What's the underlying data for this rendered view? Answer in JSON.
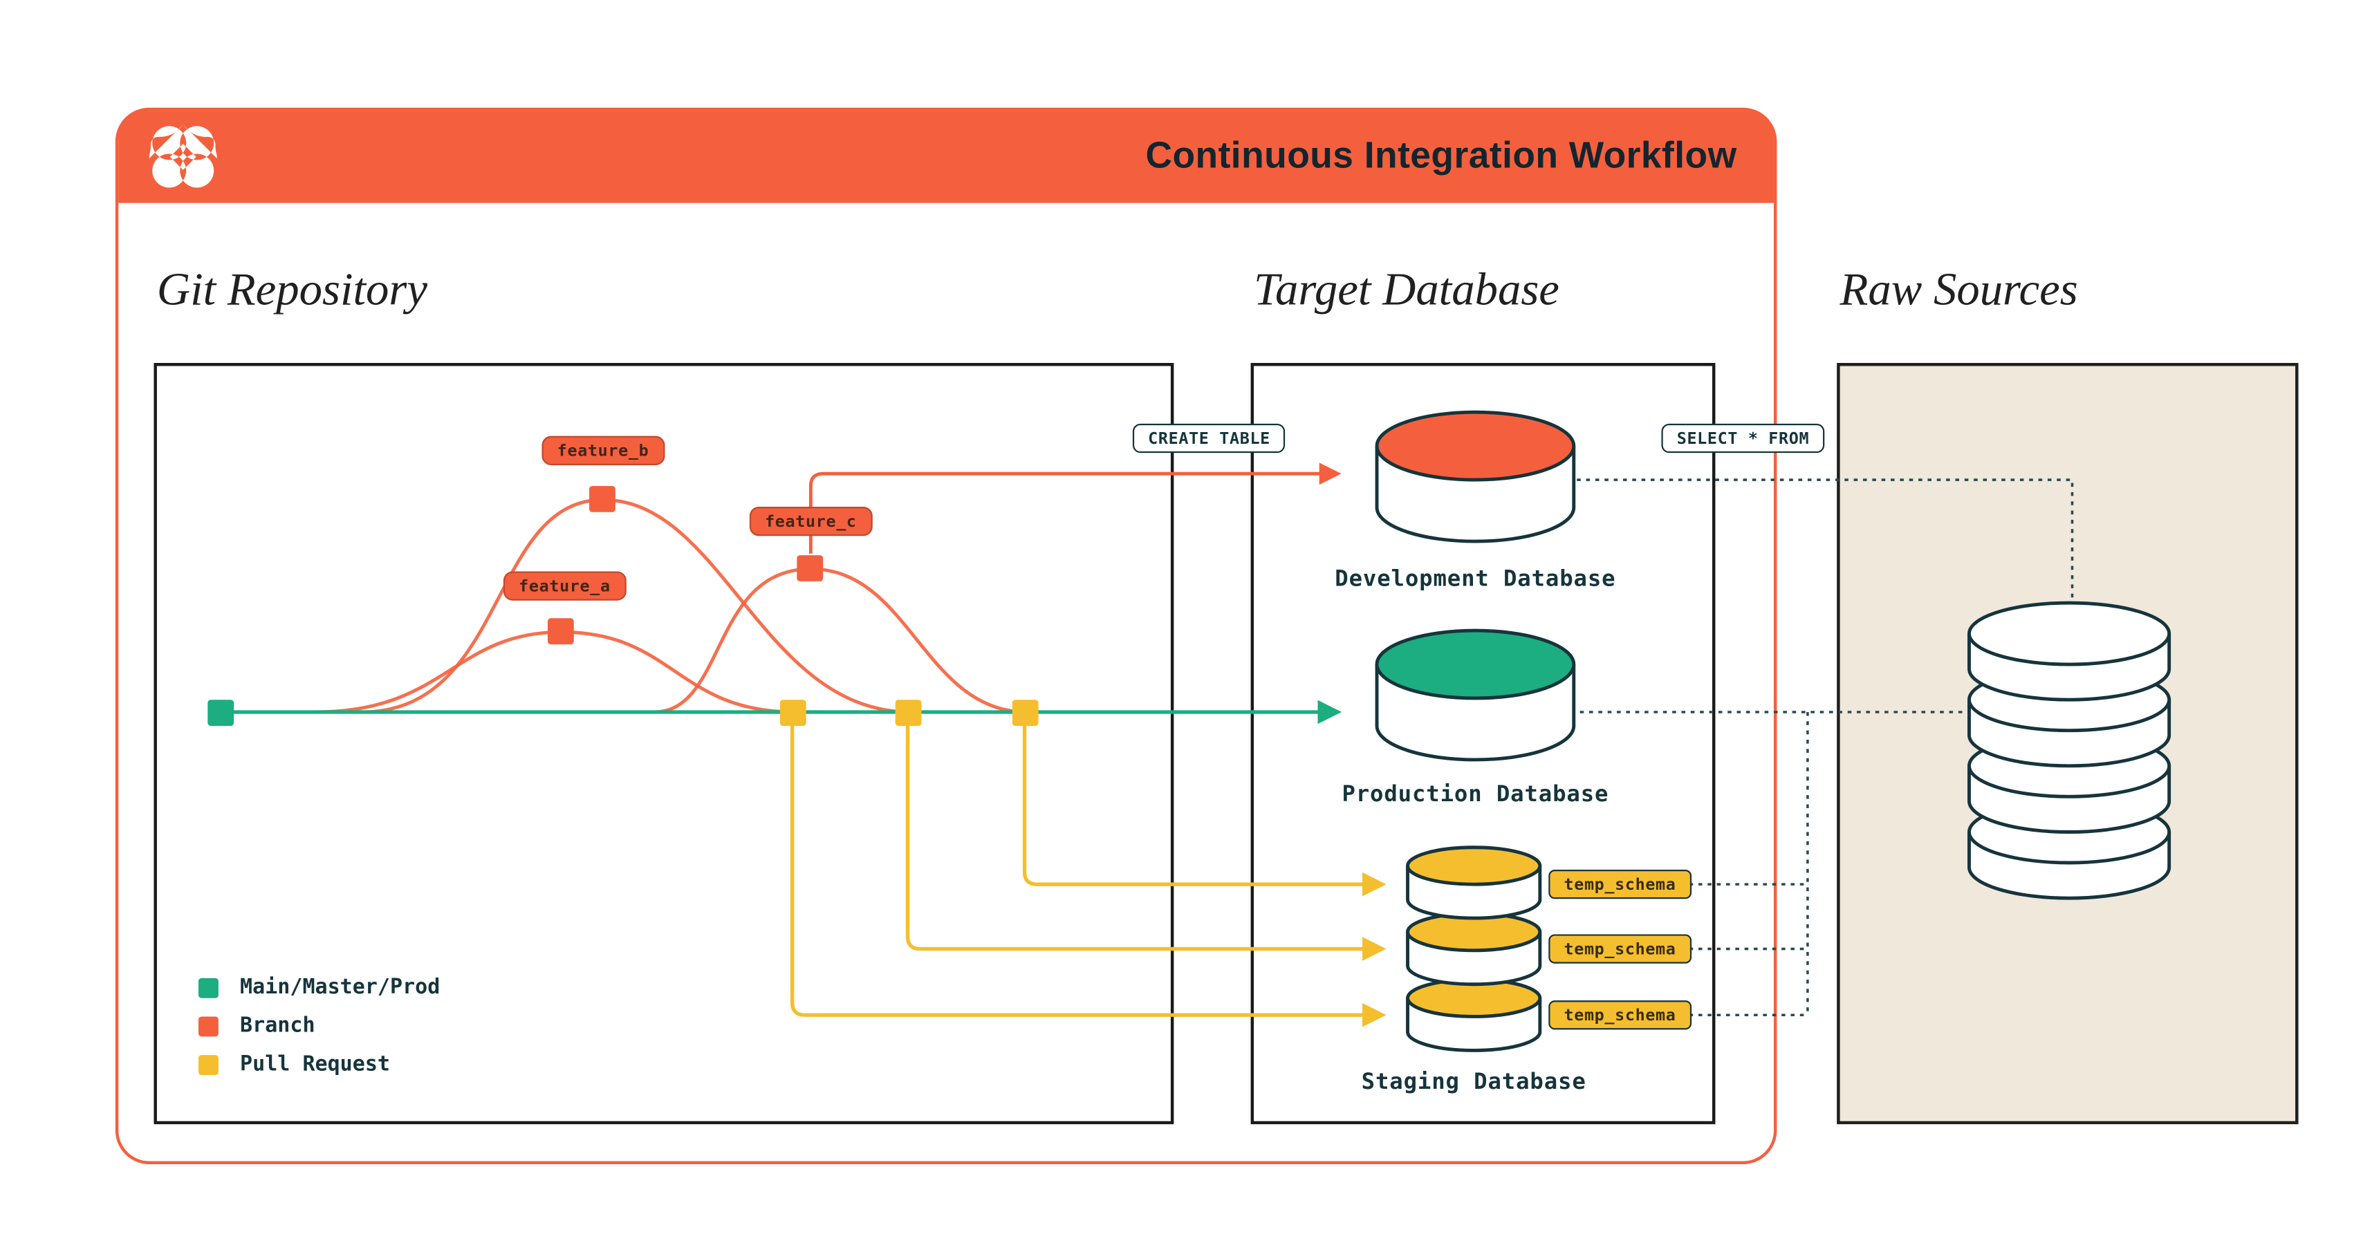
{
  "colors": {
    "orange": "#F4603D",
    "green": "#1CAD81",
    "yellow": "#F5BE2E",
    "ink": "#1A1A1A",
    "dark": "#16343C",
    "beige": "#EFE8DB",
    "white": "#FFFFFF",
    "badge_text": "#44241A"
  },
  "header": {
    "title": "Continuous Integration Workflow",
    "logo": "dbt-logo"
  },
  "headings": {
    "git": "Git Repository",
    "target": "Target Database",
    "raw": "Raw Sources"
  },
  "git": {
    "branch_labels": {
      "feature_a": "feature_a",
      "feature_b": "feature_b",
      "feature_c": "feature_c"
    },
    "legend": [
      {
        "label": "Main/Master/Prod",
        "color_key": "green"
      },
      {
        "label": "Branch",
        "color_key": "orange"
      },
      {
        "label": "Pull Request",
        "color_key": "yellow"
      }
    ]
  },
  "sql": {
    "create_table": "CREATE TABLE",
    "select_from": "SELECT * FROM"
  },
  "databases": {
    "development": "Development Database",
    "production": "Production Database",
    "staging": "Staging Database",
    "temp_schemas": [
      "temp_schema",
      "temp_schema",
      "temp_schema"
    ]
  }
}
